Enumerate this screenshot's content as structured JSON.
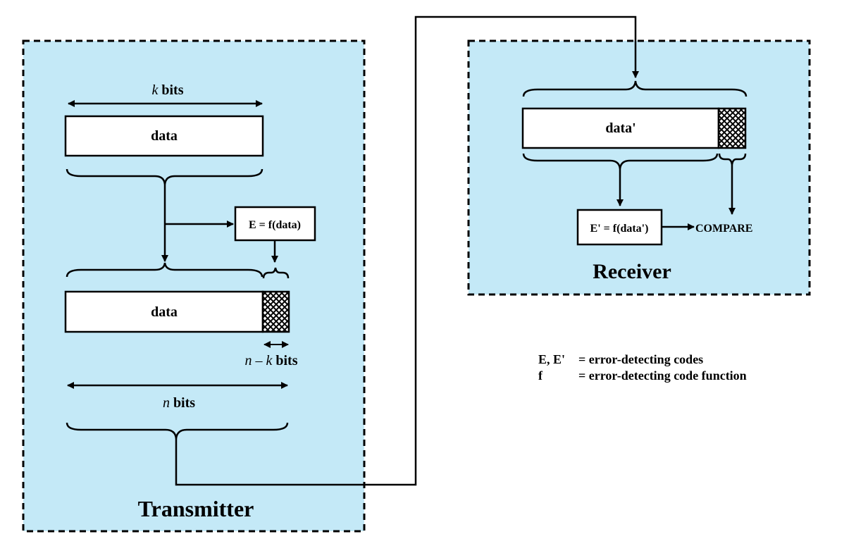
{
  "transmitter": {
    "title": "Transmitter",
    "k_label_var": "k",
    "k_label_unit": " bits",
    "data_label": "data",
    "func_label": "E = f(data)",
    "data2_label": "data",
    "nk_label_var1": "n",
    "nk_label_mid": " – ",
    "nk_label_var2": "k",
    "nk_label_unit": " bits",
    "n_label_var": "n",
    "n_label_unit": " bits"
  },
  "receiver": {
    "title": "Receiver",
    "data_label": "data'",
    "func_label": "E' = f(data')",
    "compare_label": "COMPARE"
  },
  "legend": {
    "line1_left": "E, E' ",
    "line1_right": "= error-detecting codes",
    "line2_left": "f",
    "line2_right": "= error-detecting code function"
  },
  "colors": {
    "panel_fill": "#c4e9f7",
    "box_fill": "#ffffff",
    "ink": "#000000"
  }
}
